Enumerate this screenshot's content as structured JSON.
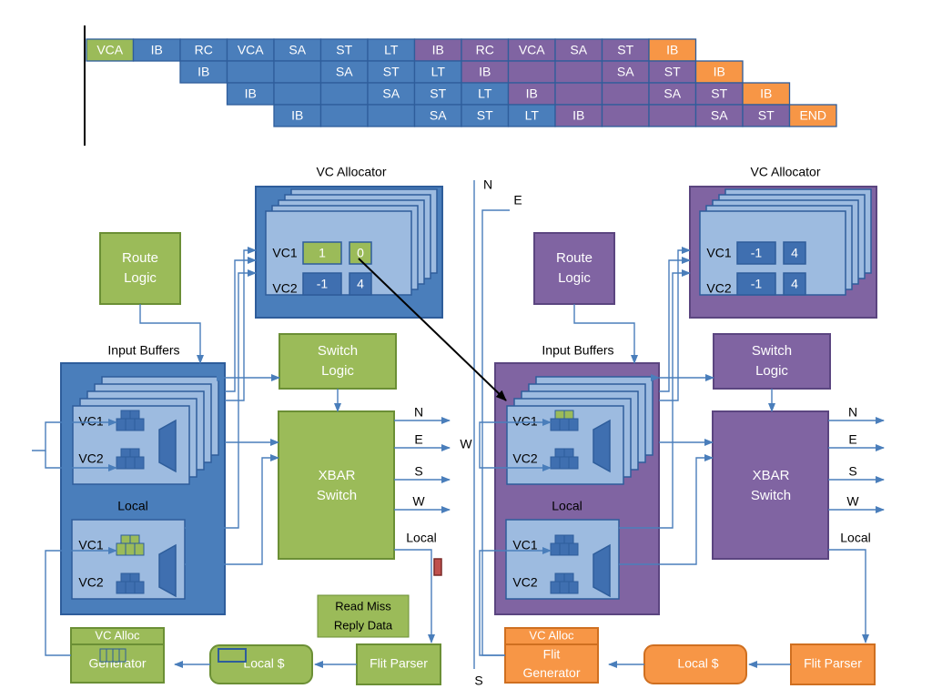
{
  "colors": {
    "blue": "#4a7ebb",
    "blue_dark": "#2e5d9b",
    "blue_light": "#9dbbe0",
    "blue_cell": "#3f6fb0",
    "green": "#9bbb59",
    "green_dark": "#6b8f35",
    "purple": "#8064a2",
    "purple_dark": "#5b4580",
    "orange": "#f79646",
    "orange_dark": "#cf6f20",
    "red": "#c0504d",
    "arrow": "#4a7ebb"
  },
  "pipeline": {
    "rows": [
      [
        {
          "label": "VCA",
          "color": "green"
        },
        {
          "label": "IB",
          "color": "blue"
        },
        {
          "label": "RC",
          "color": "blue"
        },
        {
          "label": "VCA",
          "color": "blue"
        },
        {
          "label": "SA",
          "color": "blue"
        },
        {
          "label": "ST",
          "color": "blue"
        },
        {
          "label": "LT",
          "color": "blue"
        },
        {
          "label": "IB",
          "color": "purple"
        },
        {
          "label": "RC",
          "color": "purple"
        },
        {
          "label": "VCA",
          "color": "purple"
        },
        {
          "label": "SA",
          "color": "purple"
        },
        {
          "label": "ST",
          "color": "purple"
        },
        {
          "label": "IB",
          "color": "orange"
        }
      ],
      [
        {
          "label": "IB",
          "color": "blue"
        },
        {
          "label": "",
          "color": "blue"
        },
        {
          "label": "",
          "color": "blue"
        },
        {
          "label": "SA",
          "color": "blue"
        },
        {
          "label": "ST",
          "color": "blue"
        },
        {
          "label": "LT",
          "color": "blue"
        },
        {
          "label": "IB",
          "color": "purple"
        },
        {
          "label": "",
          "color": "purple"
        },
        {
          "label": "",
          "color": "purple"
        },
        {
          "label": "SA",
          "color": "purple"
        },
        {
          "label": "ST",
          "color": "purple"
        },
        {
          "label": "IB",
          "color": "orange"
        }
      ],
      [
        {
          "label": "IB",
          "color": "blue"
        },
        {
          "label": "",
          "color": "blue"
        },
        {
          "label": "",
          "color": "blue"
        },
        {
          "label": "SA",
          "color": "blue"
        },
        {
          "label": "ST",
          "color": "blue"
        },
        {
          "label": "LT",
          "color": "blue"
        },
        {
          "label": "IB",
          "color": "purple"
        },
        {
          "label": "",
          "color": "purple"
        },
        {
          "label": "",
          "color": "purple"
        },
        {
          "label": "SA",
          "color": "purple"
        },
        {
          "label": "ST",
          "color": "purple"
        },
        {
          "label": "IB",
          "color": "orange"
        }
      ],
      [
        {
          "label": "IB",
          "color": "blue"
        },
        {
          "label": "",
          "color": "blue"
        },
        {
          "label": "",
          "color": "blue"
        },
        {
          "label": "SA",
          "color": "blue"
        },
        {
          "label": "ST",
          "color": "blue"
        },
        {
          "label": "LT",
          "color": "blue"
        },
        {
          "label": "IB",
          "color": "purple"
        },
        {
          "label": "",
          "color": "purple"
        },
        {
          "label": "",
          "color": "purple"
        },
        {
          "label": "SA",
          "color": "purple"
        },
        {
          "label": "ST",
          "color": "purple"
        },
        {
          "label": "END",
          "color": "orange"
        }
      ]
    ]
  },
  "router_left": {
    "vc_allocator": {
      "title": "VC Allocator",
      "vc1_label": "VC1",
      "vc2_label": "VC2",
      "vc1_values": [
        "1",
        "0"
      ],
      "vc2_values": [
        "-1",
        "4"
      ]
    },
    "route_logic": "Route Logic",
    "switch_logic": "Switch Logic",
    "input_buffers": "Input Buffers",
    "vc1_label": "VC1",
    "vc2_label": "VC2",
    "local_label": "Local",
    "local_vc1_label": "VC1",
    "local_vc2_label": "VC2",
    "xbar": "XBAR Switch",
    "ports": [
      "N",
      "E",
      "S",
      "W"
    ],
    "local_port": "Local",
    "flit_parser": "Flit Parser",
    "local_cache": "Local $",
    "vc_alloc_header": "VC Alloc",
    "generator": "Generator",
    "note": "Read Miss Reply Data"
  },
  "router_right": {
    "vc_allocator": {
      "title": "VC Allocator",
      "vc1_label": "VC1",
      "vc2_label": "VC2",
      "vc1_values": [
        "-1",
        "4"
      ],
      "vc2_values": [
        "-1",
        "4"
      ]
    },
    "route_logic": "Route Logic",
    "switch_logic": "Switch Logic",
    "input_buffers": "Input Buffers",
    "vc1_label": "VC1",
    "vc2_label": "VC2",
    "local_label": "Local",
    "local_vc1_label": "VC1",
    "local_vc2_label": "VC2",
    "xbar": "XBAR Switch",
    "ports": [
      "N",
      "E",
      "S",
      "W"
    ],
    "local_port": "Local",
    "flit_parser": "Flit Parser",
    "local_cache": "Local $",
    "vc_alloc_header": "VC Alloc",
    "generator": "Flit Generator"
  },
  "links": {
    "w_label": "W",
    "n_label": "N",
    "e_label": "E",
    "s_label": "S"
  }
}
